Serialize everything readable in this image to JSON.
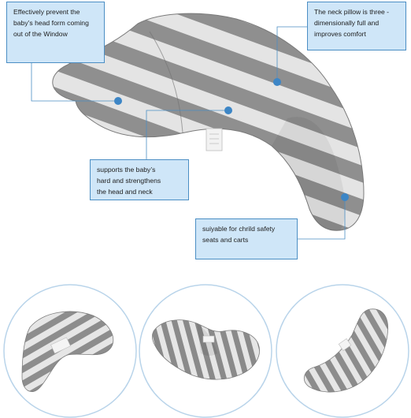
{
  "callouts": {
    "head_form": {
      "lines": [
        "Effectively prevent the",
        "baby’s head form coming",
        "out of the Window"
      ]
    },
    "neck_pillow": {
      "lines": [
        "The neck pillow is three -",
        "dimensionally full and",
        "improves comfort"
      ]
    },
    "supports": {
      "lines": [
        "supports the baby’s",
        "hard and strengthens",
        "the head and neck"
      ]
    },
    "safety": {
      "lines": [
        "suiyable for chrild safety",
        "seats and carts"
      ]
    }
  },
  "colors": {
    "callout_fill": "#cfe6f8",
    "callout_border": "#4b8ec4",
    "marker_dot": "#3d86c6",
    "stripe_gray": "#8e8e8e",
    "stripe_light": "#e2e2e2",
    "circle_border": "#b9d4ea"
  }
}
